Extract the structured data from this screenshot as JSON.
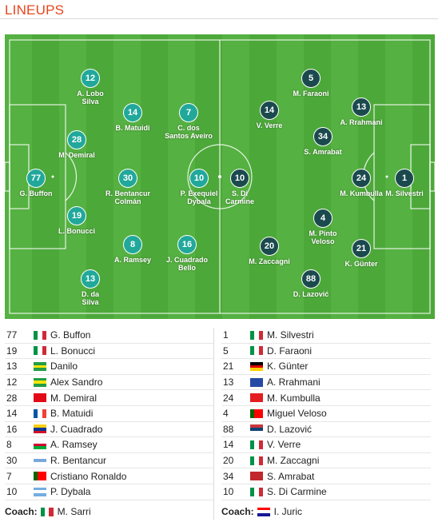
{
  "title": "LINEUPS",
  "home_players": [
    {
      "number": "77",
      "name": "G. Buffon"
    },
    {
      "number": "12",
      "name": "A. Lobo\nSilva"
    },
    {
      "number": "28",
      "name": "M. Demiral"
    },
    {
      "number": "19",
      "name": "L. Bonucci"
    },
    {
      "number": "13",
      "name": "D. da\nSilva"
    },
    {
      "number": "14",
      "name": "B. Matuidi"
    },
    {
      "number": "30",
      "name": "R. Bentancur\nColmán"
    },
    {
      "number": "8",
      "name": "A. Ramsey"
    },
    {
      "number": "7",
      "name": "C. dos\nSantos Aveiro"
    },
    {
      "number": "10",
      "name": "P. Exequiel\nDybala"
    },
    {
      "number": "16",
      "name": "J. Cuadrado\nBello"
    }
  ],
  "away_players": [
    {
      "number": "1",
      "name": "M. Silvestri"
    },
    {
      "number": "24",
      "name": "M. Kumbulla"
    },
    {
      "number": "13",
      "name": "A. Rrahmani"
    },
    {
      "number": "21",
      "name": "K. Günter"
    },
    {
      "number": "5",
      "name": "M. Faraoni"
    },
    {
      "number": "34",
      "name": "S. Amrabat"
    },
    {
      "number": "4",
      "name": "M. Pinto\nVeloso"
    },
    {
      "number": "88",
      "name": "D. Lazović"
    },
    {
      "number": "14",
      "name": "V. Verre"
    },
    {
      "number": "20",
      "name": "M. Zaccagni"
    },
    {
      "number": "10",
      "name": "S. Di\nCarmine"
    }
  ],
  "home_list": [
    {
      "number": "77",
      "name": "G. Buffon",
      "flag": [
        "#009246",
        "#ffffff",
        "#ce2b37"
      ],
      "flag_dir": "v"
    },
    {
      "number": "19",
      "name": "L. Bonucci",
      "flag": [
        "#009246",
        "#ffffff",
        "#ce2b37"
      ],
      "flag_dir": "v"
    },
    {
      "number": "13",
      "name": "Danilo",
      "flag": [
        "#229e45",
        "#f8e509",
        "#229e45"
      ],
      "flag_dir": "h"
    },
    {
      "number": "12",
      "name": "Alex Sandro",
      "flag": [
        "#229e45",
        "#f8e509",
        "#229e45"
      ],
      "flag_dir": "h"
    },
    {
      "number": "28",
      "name": "M. Demiral",
      "flag": [
        "#e30a17",
        "#e30a17",
        "#e30a17"
      ],
      "flag_dir": "v"
    },
    {
      "number": "14",
      "name": "B. Matuidi",
      "flag": [
        "#0055a4",
        "#ffffff",
        "#ef4135"
      ],
      "flag_dir": "v"
    },
    {
      "number": "16",
      "name": "J. Cuadrado",
      "flag": [
        "#fcd116",
        "#003893",
        "#ce1126"
      ],
      "flag_dir": "h"
    },
    {
      "number": "8",
      "name": "A. Ramsey",
      "flag": [
        "#ffffff",
        "#d30731",
        "#00ab39"
      ],
      "flag_dir": "h"
    },
    {
      "number": "30",
      "name": "R. Bentancur",
      "flag": [
        "#ffffff",
        "#7aa7d9",
        "#ffffff"
      ],
      "flag_dir": "h"
    },
    {
      "number": "7",
      "name": "Cristiano Ronaldo",
      "flag": [
        "#006600",
        "#ff0000",
        "#ff0000"
      ],
      "flag_dir": "v"
    },
    {
      "number": "10",
      "name": "P. Dybala",
      "flag": [
        "#74acdf",
        "#ffffff",
        "#74acdf"
      ],
      "flag_dir": "h"
    }
  ],
  "away_list": [
    {
      "number": "1",
      "name": "M. Silvestri",
      "flag": [
        "#009246",
        "#ffffff",
        "#ce2b37"
      ],
      "flag_dir": "v"
    },
    {
      "number": "5",
      "name": "D. Faraoni",
      "flag": [
        "#009246",
        "#ffffff",
        "#ce2b37"
      ],
      "flag_dir": "v"
    },
    {
      "number": "21",
      "name": "K. Günter",
      "flag": [
        "#000000",
        "#dd0000",
        "#ffce00"
      ],
      "flag_dir": "h"
    },
    {
      "number": "13",
      "name": "A. Rrahmani",
      "flag": [
        "#244aa5",
        "#244aa5",
        "#244aa5"
      ],
      "flag_dir": "v"
    },
    {
      "number": "24",
      "name": "M. Kumbulla",
      "flag": [
        "#e41e20",
        "#e41e20",
        "#e41e20"
      ],
      "flag_dir": "v"
    },
    {
      "number": "4",
      "name": "Miguel Veloso",
      "flag": [
        "#006600",
        "#ff0000",
        "#ff0000"
      ],
      "flag_dir": "v"
    },
    {
      "number": "88",
      "name": "D. Lazović",
      "flag": [
        "#c6363c",
        "#0c4076",
        "#ffffff"
      ],
      "flag_dir": "h"
    },
    {
      "number": "14",
      "name": "V. Verre",
      "flag": [
        "#009246",
        "#ffffff",
        "#ce2b37"
      ],
      "flag_dir": "v"
    },
    {
      "number": "20",
      "name": "M. Zaccagni",
      "flag": [
        "#009246",
        "#ffffff",
        "#ce2b37"
      ],
      "flag_dir": "v"
    },
    {
      "number": "34",
      "name": "S. Amrabat",
      "flag": [
        "#c1272d",
        "#c1272d",
        "#c1272d"
      ],
      "flag_dir": "v"
    },
    {
      "number": "10",
      "name": "S. Di Carmine",
      "flag": [
        "#009246",
        "#ffffff",
        "#ce2b37"
      ],
      "flag_dir": "v"
    }
  ],
  "coaches": {
    "label": "Coach:",
    "home": {
      "name": "M. Sarri",
      "flag": [
        "#009246",
        "#ffffff",
        "#ce2b37"
      ],
      "flag_dir": "v"
    },
    "away": {
      "name": "I. Juric",
      "flag": [
        "#ff0000",
        "#ffffff",
        "#171796"
      ],
      "flag_dir": "h"
    }
  },
  "colors": {
    "accent": "#e8451c",
    "home_dot": "#21a89b",
    "away_dot": "#1b4a4e",
    "pitch": "#4da83a"
  }
}
